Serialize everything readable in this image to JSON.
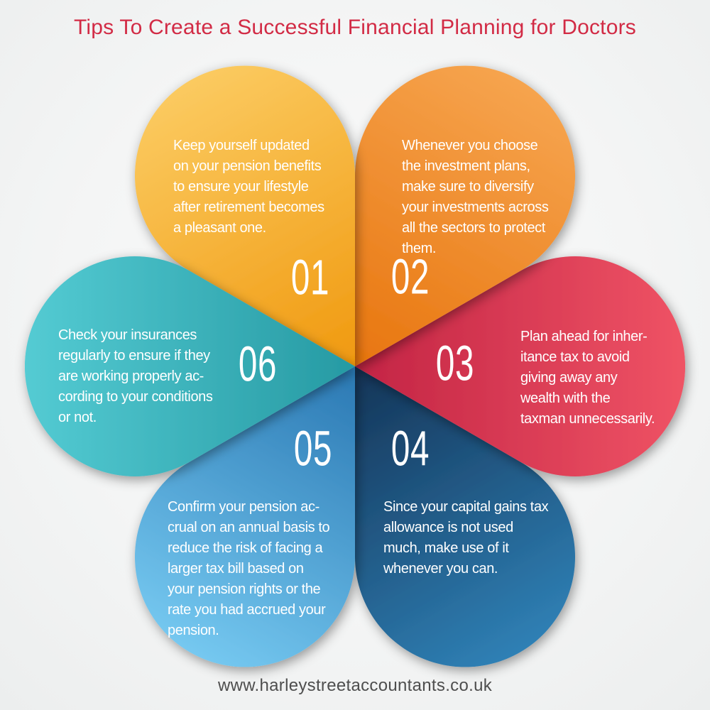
{
  "title": {
    "text": "Tips To Create a Successful Financial Planning for Doctors",
    "color": "#d22b45"
  },
  "footer": {
    "url": "www.harleystreetaccountants.co.uk"
  },
  "petals": [
    {
      "number": "01",
      "description": "Keep yourself updated\non your pension benefits\nto ensure your lifestyle\nafter retirement becomes\na pleasant one.",
      "color_outer": "#fbca60",
      "color_tip": "#f0990f"
    },
    {
      "number": "02",
      "description": "Whenever you choose\nthe investment plans,\nmake sure to diversify\nyour investments across\nall the sectors to protect\nthem.",
      "color_outer": "#f6a44e",
      "color_tip": "#e8750e"
    },
    {
      "number": "03",
      "description": "Plan ahead for inher-\nitance tax to avoid\ngiving away any\nwealth with the\ntaxman unnecessarily.",
      "color_outer": "#ef5365",
      "color_tip": "#c32444"
    },
    {
      "number": "04",
      "description": "Since your capital gains tax\nallowance is not used\nmuch, make use of it\nwhenever you can.",
      "color_outer": "#2f80b5",
      "color_tip": "#143457"
    },
    {
      "number": "05",
      "description": "Confirm your pension ac-\ncrual on an annual basis to\nreduce the risk of facing a\nlarger tax bill based on\nyour pension rights or the\nrate you had accrued your\npension.",
      "color_outer": "#75c8f0",
      "color_tip": "#2a78b3"
    },
    {
      "number": "06",
      "description": "Check your insurances\nregularly to ensure if they\nare working properly ac-\ncording to your conditions\nor not.",
      "color_outer": "#54cbd3",
      "color_tip": "#269aa3"
    }
  ]
}
